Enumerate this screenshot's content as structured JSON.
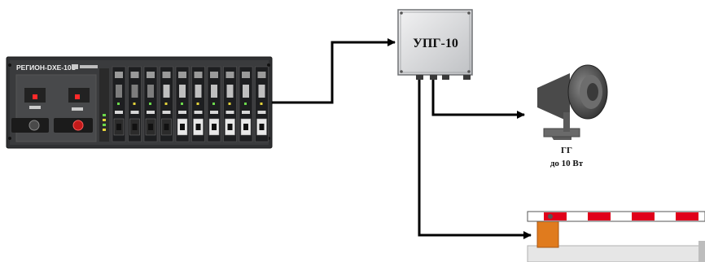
{
  "rack": {
    "title": "РЕГИОН-DXE-10S",
    "module_count": 10
  },
  "upg": {
    "label": "УПГ-10"
  },
  "speaker": {
    "name": "ГГ",
    "power": "до 10 Вт"
  },
  "colors": {
    "line": "#000000",
    "rack_body": "#3a3b3d",
    "upg_box": "#d8d9db",
    "barrier_red": "#e0001a",
    "barrier_post": "#e07b1e"
  },
  "icons": [
    "rack-device-icon",
    "junction-box-icon",
    "horn-speaker-icon",
    "barrier-gate-icon"
  ]
}
